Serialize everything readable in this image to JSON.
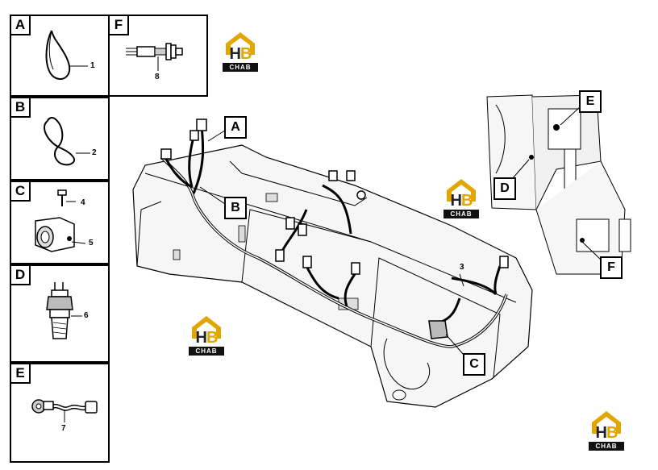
{
  "panels": [
    {
      "letter": "A",
      "item": "1"
    },
    {
      "letter": "B",
      "item": "2"
    },
    {
      "letter": "C",
      "items": [
        "4",
        "5"
      ]
    },
    {
      "letter": "D",
      "item": "6"
    },
    {
      "letter": "E",
      "item": "7"
    },
    {
      "letter": "F",
      "item": "8"
    }
  ],
  "callouts": {
    "a": "A",
    "b": "B",
    "c": "C",
    "d": "D",
    "e": "E",
    "f": "F"
  },
  "main_item": "3",
  "logo": {
    "mark": "H",
    "mark_accent": "B",
    "tag": "CHAB",
    "accent_color": "#e3a500"
  }
}
